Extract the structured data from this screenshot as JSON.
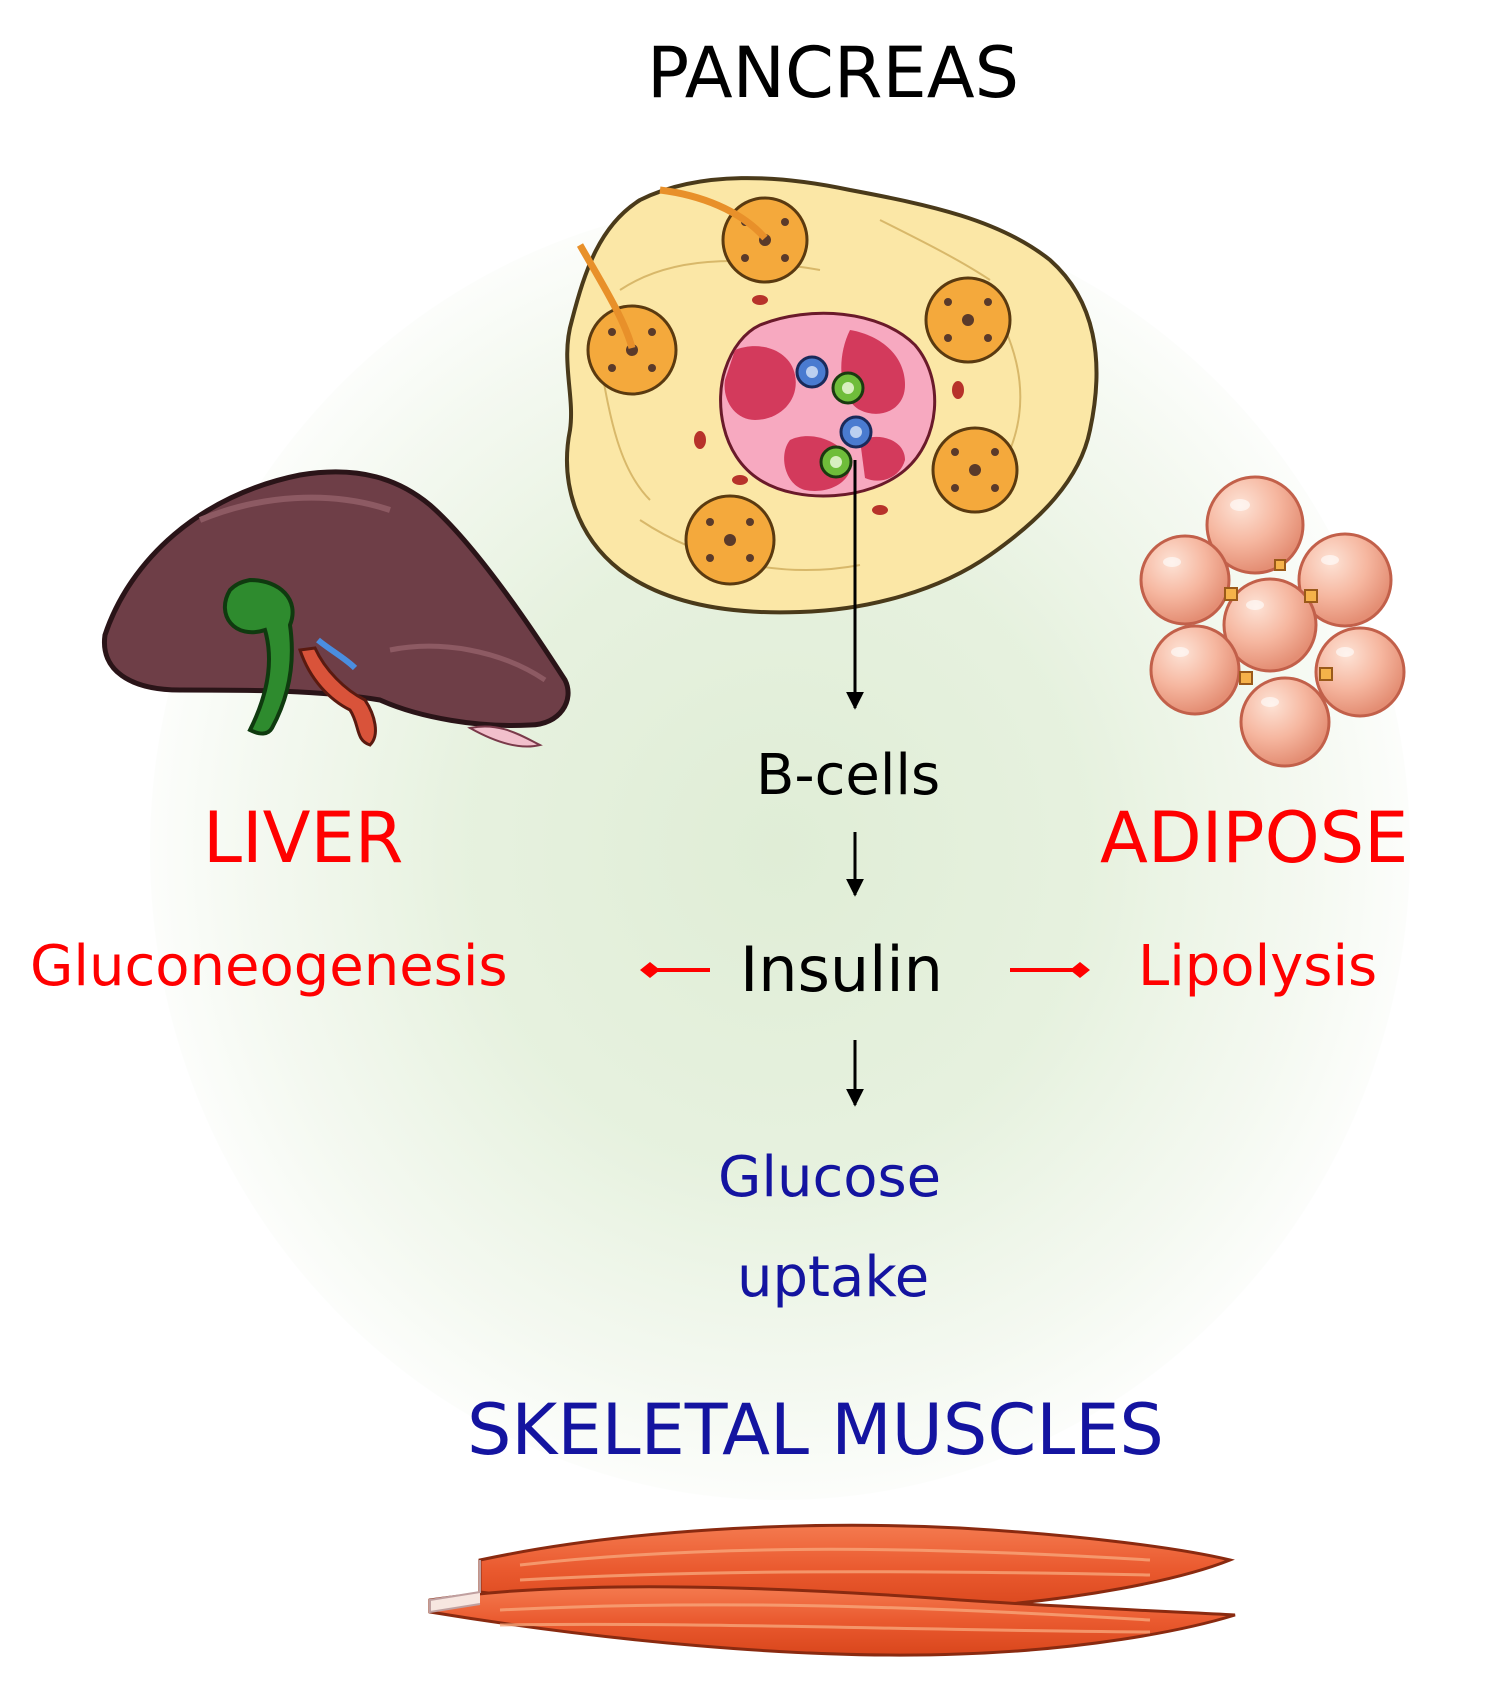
{
  "title": "PANCREAS",
  "nodes": {
    "bcells": "B-cells",
    "insulin": "Insulin",
    "liver": "LIVER",
    "gluconeogenesis": "Gluconeogenesis",
    "adipose": "ADIPOSE",
    "lipolysis": "Lipolysis",
    "glucose": "Glucose",
    "uptake": "uptake",
    "muscles": "SKELETAL MUSCLES"
  },
  "colors": {
    "inhibited": "#ff0000",
    "stimulated": "#1414a0",
    "neutral": "#000000",
    "background_glow": "#e2efd9"
  },
  "edges": [
    {
      "from": "pancreas",
      "to": "bcells",
      "type": "arrow"
    },
    {
      "from": "bcells",
      "to": "insulin",
      "type": "arrow"
    },
    {
      "from": "insulin",
      "to": "gluconeogenesis",
      "type": "inhibition"
    },
    {
      "from": "insulin",
      "to": "lipolysis",
      "type": "inhibition"
    },
    {
      "from": "insulin",
      "to": "glucose",
      "type": "arrow"
    }
  ],
  "icons": [
    "pancreas-islet-icon",
    "liver-icon",
    "adipocyte-cluster-icon",
    "muscle-icon"
  ]
}
